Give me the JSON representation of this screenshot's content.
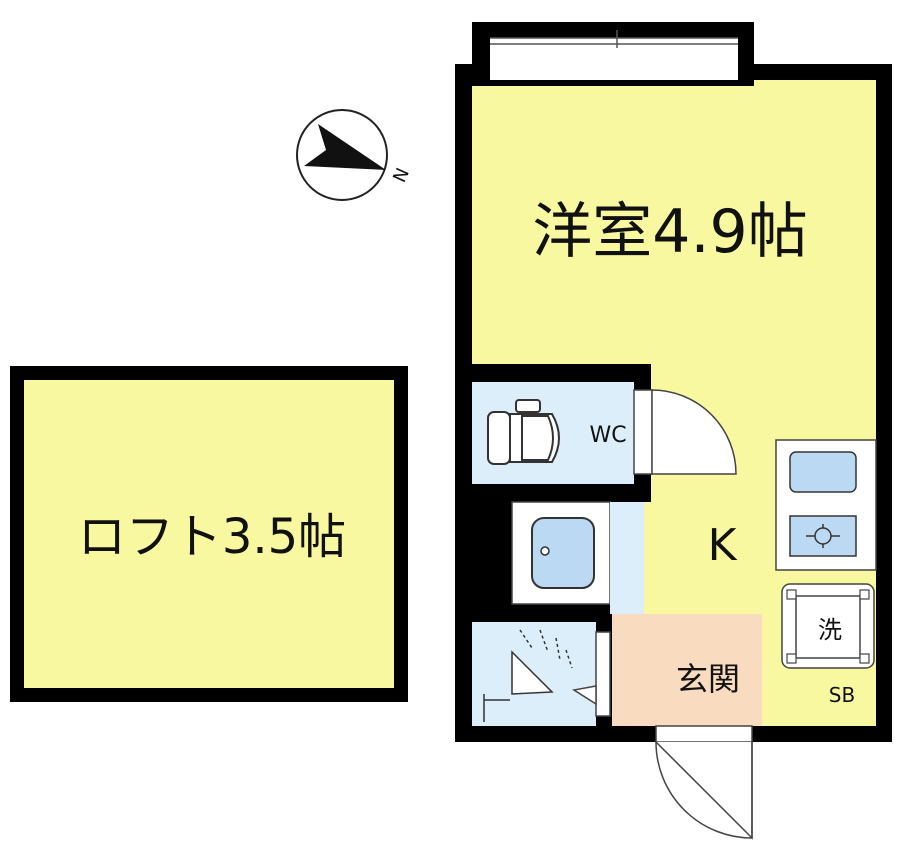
{
  "compass": {
    "label": "N"
  },
  "rooms": {
    "western": {
      "label": "洋室4.9帖"
    },
    "loft": {
      "label": "ロフト3.5帖"
    },
    "toilet": {
      "label": "WC"
    },
    "kitchen": {
      "label": "K"
    },
    "entrance": {
      "label": "玄関"
    },
    "washer": {
      "label": "洗"
    },
    "shoe_box": {
      "label": "SB"
    }
  },
  "colors": {
    "room_yellow": "#f8f8a0",
    "wet_blue": "#dbeefa",
    "entrance_peach": "#f9dcc0",
    "fixture_blue": "#bcd9f3",
    "wall": "#000000"
  }
}
